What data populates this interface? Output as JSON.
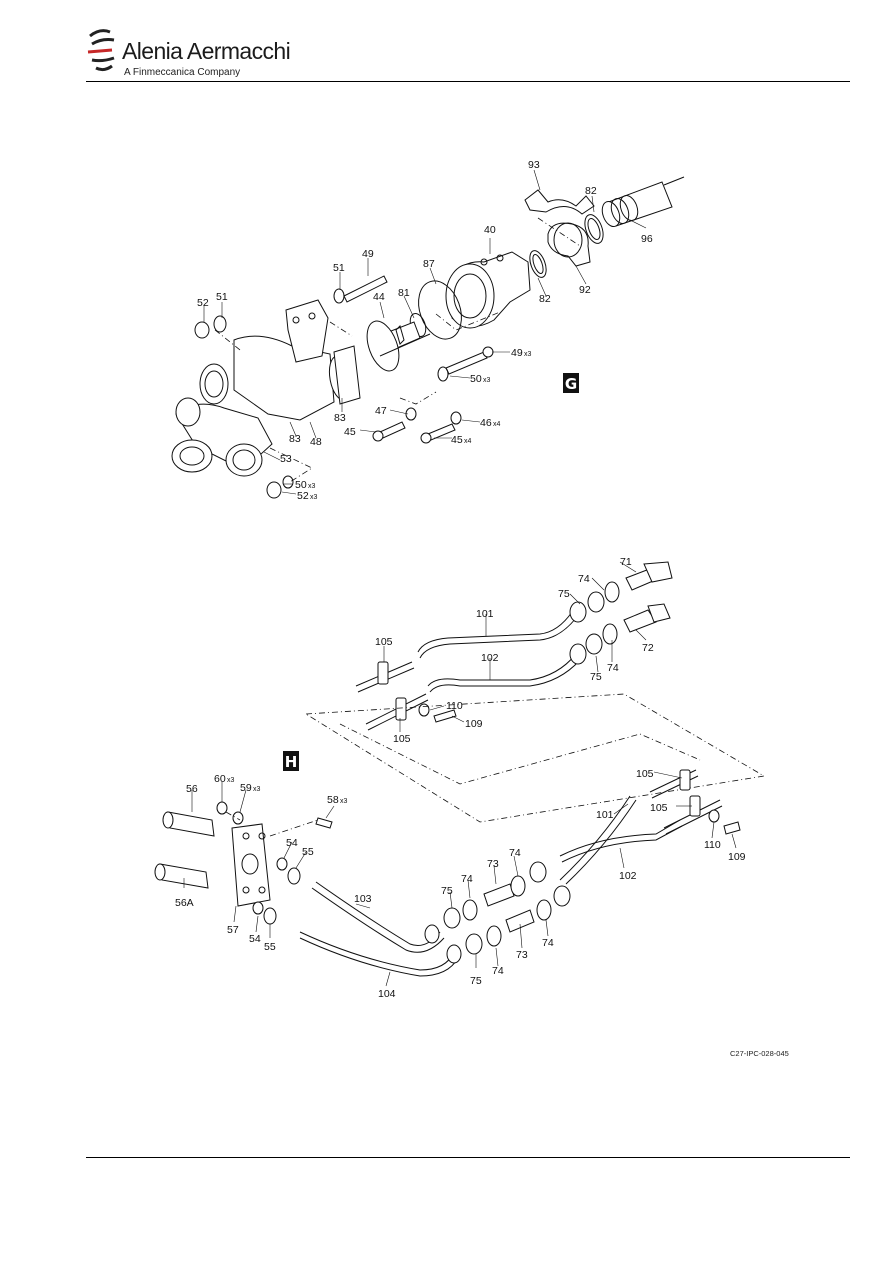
{
  "header": {
    "brand": "Alenia Aermacchi",
    "tagline": "A Finmeccanica Company"
  },
  "views": {
    "g": "G",
    "h": "H"
  },
  "callouts_g": {
    "c93": "93",
    "c82a": "82",
    "c96": "96",
    "c40": "40",
    "c92": "92",
    "c82b": "82",
    "c49": "49",
    "c51a": "51",
    "c87": "87",
    "c44": "44",
    "c81": "81",
    "c52a": "52",
    "c51b": "51",
    "c49x3": "49",
    "c49x3q": "x3",
    "c50x3a": "50",
    "c50x3aq": "x3",
    "c47": "47",
    "c83a": "83",
    "c46": "46",
    "c46q": "x4",
    "c45": "45",
    "c45x4": "45",
    "c45x4q": "x4",
    "c83b": "83",
    "c48": "48",
    "c53": "53",
    "c50x3b": "50",
    "c50x3bq": "x3",
    "c52b": "52",
    "c52bq": "x3"
  },
  "callouts_h": {
    "c71": "71",
    "c74a": "74",
    "c75a": "75",
    "c101a": "101",
    "c74b": "74",
    "c72": "72",
    "c105a": "105",
    "c102a": "102",
    "c75b": "75",
    "c110a": "110",
    "c109a": "109",
    "c105b": "105",
    "c60": "60",
    "c60q": "x3",
    "c59": "59",
    "c59q": "x3",
    "c56": "56",
    "c58": "58",
    "c58q": "x3",
    "c105c": "105",
    "c101b": "101",
    "c105d": "105",
    "c110b": "110",
    "c109b": "109",
    "c54a": "54",
    "c55a": "55",
    "c73a": "73",
    "c74c": "74",
    "c74d": "74",
    "c75c": "75",
    "c102b": "102",
    "c103": "103",
    "c56a": "56A",
    "c57": "57",
    "c54b": "54",
    "c55b": "55",
    "c75d": "75",
    "c74e": "74",
    "c73b": "73",
    "c74f": "74",
    "c104": "104"
  },
  "figure_ref": "C27-IPC-028-045"
}
